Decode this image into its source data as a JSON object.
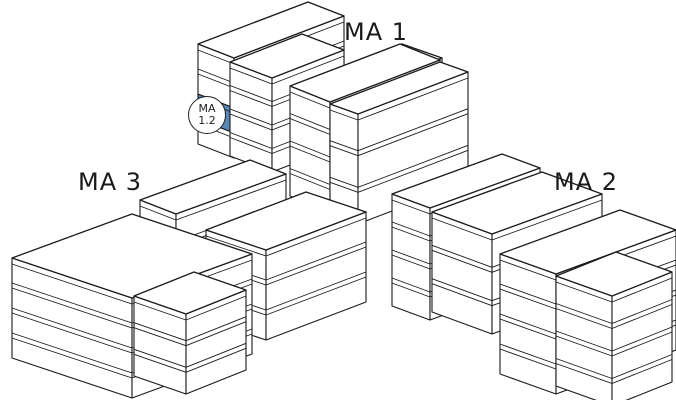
{
  "labels": {
    "ma1": "MA 1",
    "ma2": "MA 2",
    "ma3": "MA 3"
  },
  "marker": {
    "line1": "MA",
    "line2": "1.2"
  },
  "colors": {
    "highlight": "#5a86b6",
    "stroke": "#1a1a1a",
    "background": "#ffffff"
  }
}
